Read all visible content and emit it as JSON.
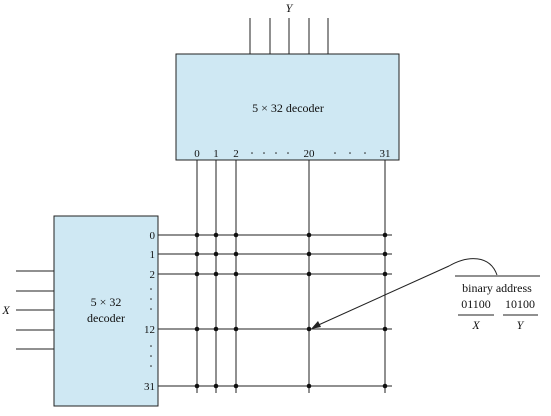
{
  "colors": {
    "box_fill": "#cfe8f3",
    "line": "#222222"
  },
  "top_decoder": {
    "label": "5 × 32 decoder",
    "input_label": "Y",
    "output_labels": [
      "0",
      "1",
      "2",
      "20",
      "31"
    ]
  },
  "left_decoder": {
    "label_line1": "5 × 32",
    "label_line2": "decoder",
    "input_label": "X",
    "output_labels": [
      "0",
      "1",
      "2",
      "12",
      "31"
    ]
  },
  "address": {
    "title": "binary address",
    "x_bits": "01100",
    "y_bits": "10100",
    "x_label": "X",
    "y_label": "Y"
  }
}
